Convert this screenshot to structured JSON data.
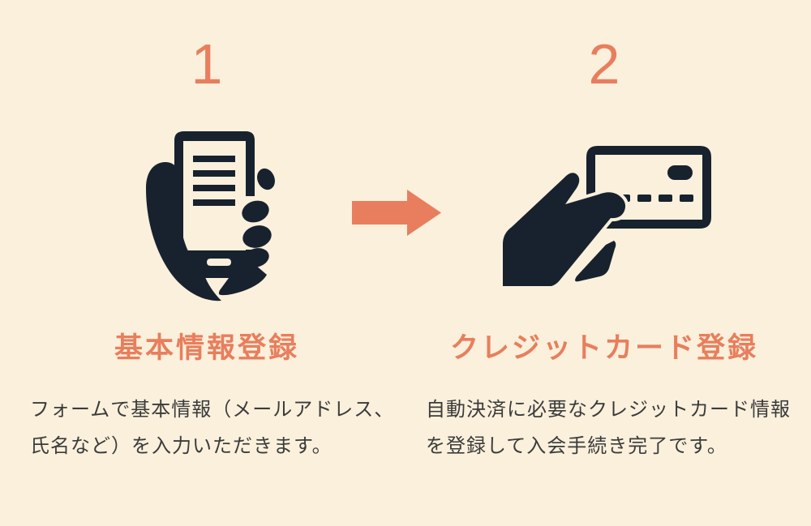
{
  "page": {
    "background_color": "#FAF0DC",
    "accent_color": "#E87E5D",
    "icon_color": "#18222E",
    "body_text_color": "#3B3B3B"
  },
  "steps": [
    {
      "number": "1",
      "icon": "hand-holding-smartphone-icon",
      "title": "基本情報登録",
      "description_lines": [
        "フォームで基本情報（メールアドレス、",
        "氏名など）を入力いただきます。"
      ]
    },
    {
      "number": "2",
      "icon": "hand-holding-credit-card-icon",
      "title": "クレジットカード登録",
      "description_lines": [
        "自動決済に必要なクレジットカード情報",
        "を登録して入会手続き完了です。"
      ]
    }
  ],
  "arrow": {
    "direction": "right",
    "color": "#E87E5D"
  }
}
